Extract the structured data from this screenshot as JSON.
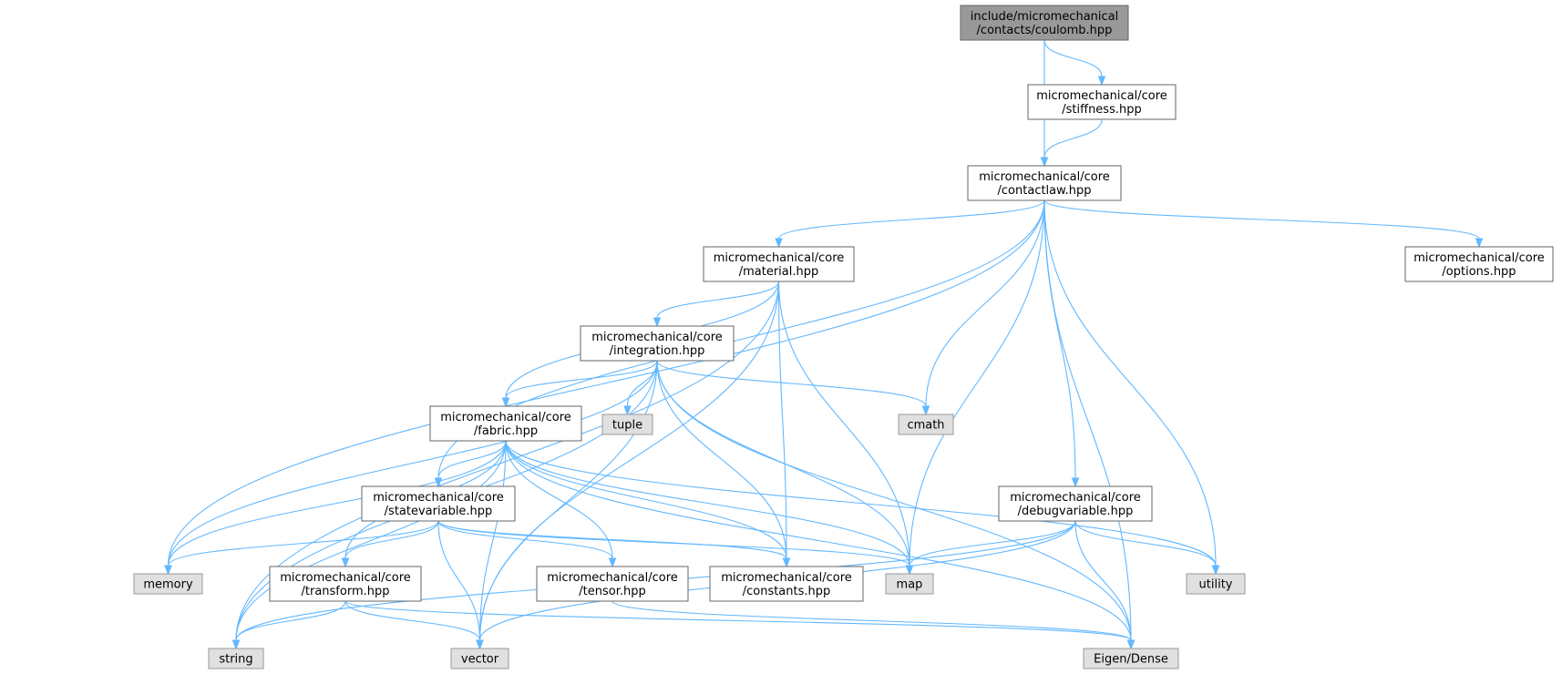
{
  "colors": {
    "root_fill": "#999999",
    "root_stroke": "#666666",
    "header_fill": "#ffffff",
    "header_stroke": "#666666",
    "system_fill": "#e0e0e0",
    "system_stroke": "#999999",
    "edge": "#63b8ff"
  },
  "nodes": [
    {
      "id": "coulomb",
      "kind": "root",
      "lines": [
        "include/micromechanical",
        "/contacts/coulomb.hpp"
      ]
    },
    {
      "id": "stiffness",
      "kind": "header",
      "lines": [
        "micromechanical/core",
        "/stiffness.hpp"
      ]
    },
    {
      "id": "contactlaw",
      "kind": "header",
      "lines": [
        "micromechanical/core",
        "/contactlaw.hpp"
      ]
    },
    {
      "id": "material",
      "kind": "header",
      "lines": [
        "micromechanical/core",
        "/material.hpp"
      ]
    },
    {
      "id": "options",
      "kind": "header",
      "lines": [
        "micromechanical/core",
        "/options.hpp"
      ]
    },
    {
      "id": "integration",
      "kind": "header",
      "lines": [
        "micromechanical/core",
        "/integration.hpp"
      ]
    },
    {
      "id": "fabric",
      "kind": "header",
      "lines": [
        "micromechanical/core",
        "/fabric.hpp"
      ]
    },
    {
      "id": "tuple",
      "kind": "system",
      "lines": [
        "tuple"
      ]
    },
    {
      "id": "cmath",
      "kind": "system",
      "lines": [
        "cmath"
      ]
    },
    {
      "id": "statevariable",
      "kind": "header",
      "lines": [
        "micromechanical/core",
        "/statevariable.hpp"
      ]
    },
    {
      "id": "debugvariable",
      "kind": "header",
      "lines": [
        "micromechanical/core",
        "/debugvariable.hpp"
      ]
    },
    {
      "id": "memory",
      "kind": "system",
      "lines": [
        "memory"
      ]
    },
    {
      "id": "transform",
      "kind": "header",
      "lines": [
        "micromechanical/core",
        "/transform.hpp"
      ]
    },
    {
      "id": "tensor",
      "kind": "header",
      "lines": [
        "micromechanical/core",
        "/tensor.hpp"
      ]
    },
    {
      "id": "constants",
      "kind": "header",
      "lines": [
        "micromechanical/core",
        "/constants.hpp"
      ]
    },
    {
      "id": "map",
      "kind": "system",
      "lines": [
        "map"
      ]
    },
    {
      "id": "utility",
      "kind": "system",
      "lines": [
        "utility"
      ]
    },
    {
      "id": "string",
      "kind": "system",
      "lines": [
        "string"
      ]
    },
    {
      "id": "vector",
      "kind": "system",
      "lines": [
        "vector"
      ]
    },
    {
      "id": "eigen",
      "kind": "system",
      "lines": [
        "Eigen/Dense"
      ]
    }
  ],
  "edges": [
    {
      "from": "coulomb",
      "to": "stiffness"
    },
    {
      "from": "coulomb",
      "to": "contactlaw"
    },
    {
      "from": "stiffness",
      "to": "contactlaw"
    },
    {
      "from": "contactlaw",
      "to": "material"
    },
    {
      "from": "contactlaw",
      "to": "options"
    },
    {
      "from": "contactlaw",
      "to": "memory"
    },
    {
      "from": "contactlaw",
      "to": "statevariable"
    },
    {
      "from": "contactlaw",
      "to": "cmath"
    },
    {
      "from": "contactlaw",
      "to": "map"
    },
    {
      "from": "contactlaw",
      "to": "debugvariable"
    },
    {
      "from": "contactlaw",
      "to": "utility"
    },
    {
      "from": "contactlaw",
      "to": "eigen"
    },
    {
      "from": "material",
      "to": "string"
    },
    {
      "from": "material",
      "to": "integration"
    },
    {
      "from": "material",
      "to": "fabric"
    },
    {
      "from": "material",
      "to": "constants"
    },
    {
      "from": "material",
      "to": "map"
    },
    {
      "from": "material",
      "to": "vector"
    },
    {
      "from": "integration",
      "to": "fabric"
    },
    {
      "from": "integration",
      "to": "tuple"
    },
    {
      "from": "integration",
      "to": "cmath"
    },
    {
      "from": "integration",
      "to": "memory"
    },
    {
      "from": "integration",
      "to": "string"
    },
    {
      "from": "integration",
      "to": "vector"
    },
    {
      "from": "integration",
      "to": "constants"
    },
    {
      "from": "integration",
      "to": "map"
    },
    {
      "from": "integration",
      "to": "eigen"
    },
    {
      "from": "fabric",
      "to": "statevariable"
    },
    {
      "from": "fabric",
      "to": "memory"
    },
    {
      "from": "fabric",
      "to": "transform"
    },
    {
      "from": "fabric",
      "to": "string"
    },
    {
      "from": "fabric",
      "to": "vector"
    },
    {
      "from": "fabric",
      "to": "tensor"
    },
    {
      "from": "fabric",
      "to": "constants"
    },
    {
      "from": "fabric",
      "to": "map"
    },
    {
      "from": "fabric",
      "to": "utility"
    },
    {
      "from": "fabric",
      "to": "eigen"
    },
    {
      "from": "statevariable",
      "to": "memory"
    },
    {
      "from": "statevariable",
      "to": "transform"
    },
    {
      "from": "statevariable",
      "to": "vector"
    },
    {
      "from": "statevariable",
      "to": "tensor"
    },
    {
      "from": "statevariable",
      "to": "constants"
    },
    {
      "from": "statevariable",
      "to": "map"
    },
    {
      "from": "transform",
      "to": "string"
    },
    {
      "from": "transform",
      "to": "vector"
    },
    {
      "from": "transform",
      "to": "eigen"
    },
    {
      "from": "tensor",
      "to": "eigen"
    },
    {
      "from": "debugvariable",
      "to": "map"
    },
    {
      "from": "debugvariable",
      "to": "utility"
    },
    {
      "from": "debugvariable",
      "to": "string"
    },
    {
      "from": "debugvariable",
      "to": "vector"
    },
    {
      "from": "debugvariable",
      "to": "eigen"
    }
  ]
}
